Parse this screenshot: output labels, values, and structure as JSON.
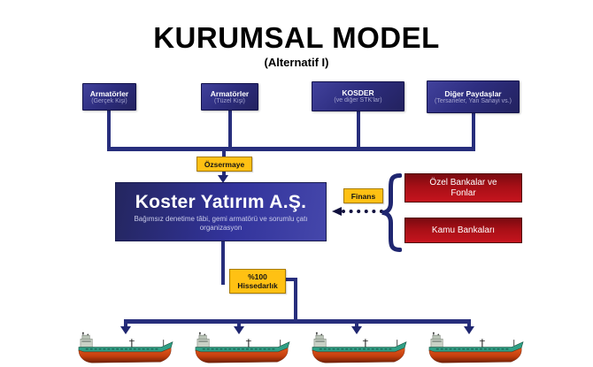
{
  "header": {
    "title": "KURUMSAL MODEL",
    "subtitle": "(Alternatif I)"
  },
  "stakeholder_boxes": [
    {
      "title": "Armatörler",
      "subtitle": "(Gerçek Kişi)"
    },
    {
      "title": "Armatörler",
      "subtitle": "(Tüzel Kişi)"
    },
    {
      "title": "KOSDER",
      "subtitle": "(ve diğer STK'lar)"
    },
    {
      "title": "Diğer Paydaşlar",
      "subtitle": "(Tersaneler, Yan Sanayi vs.)"
    }
  ],
  "labels": {
    "equity": "Özsermaye",
    "finance": "Finans",
    "shareholding": "%100\nHissedarlık"
  },
  "company_box": {
    "title": "Koster Yatırım A.Ş.",
    "subtitle": "Bağımsız denetime tâbi, gemi armatörü ve sorumlu çatı organizasyon"
  },
  "finance_sources": [
    {
      "label": "Özel Bankalar ve Fonlar"
    },
    {
      "label": "Kamu Bankaları"
    }
  ],
  "fleet": {
    "ship_count": 4,
    "icon": "cargo-ship-icon"
  },
  "colors": {
    "navy_box": "#2e2e80",
    "navy_connector": "#272e7c",
    "gold": "#ffc113",
    "red_box_top": "#7a0a10",
    "red_box_bottom": "#c6141e",
    "ship_deck_teal": "#2f9f85",
    "ship_hull_orange": "#c43e0e",
    "background": "#ffffff"
  }
}
